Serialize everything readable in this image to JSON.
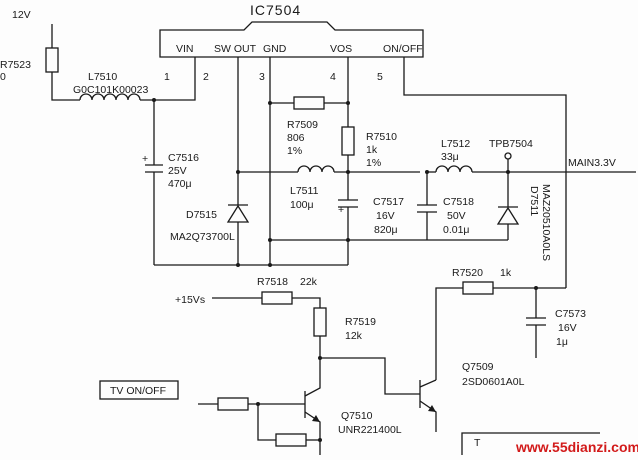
{
  "ic": {
    "name": "IC7504",
    "pins": [
      {
        "name": "VIN",
        "num": "1"
      },
      {
        "name": "SW OUT",
        "num": "2"
      },
      {
        "name": "GND",
        "num": "3"
      },
      {
        "name": "VOS",
        "num": "4"
      },
      {
        "name": "ON/OFF",
        "num": "5"
      }
    ]
  },
  "labels": {
    "supply_12v": "12V",
    "supply_15vs": "+15Vs",
    "main_output": "MAIN3.3V",
    "tv_on_off": "TV ON/OFF",
    "bottom_fragment": "T"
  },
  "symbols": {
    "plus": "+"
  },
  "components": {
    "r7523": {
      "name": "R7523",
      "value": "0"
    },
    "l7510": {
      "name": "L7510",
      "value": "G0C101K00023"
    },
    "c7516": {
      "name": "C7516",
      "voltage": "25V",
      "value": "470μ"
    },
    "d7515": {
      "name": "D7515",
      "part": "MA2Q73700L"
    },
    "r7509": {
      "name": "R7509",
      "value": "806",
      "tolerance": "1%"
    },
    "r7510": {
      "name": "R7510",
      "value": "1k",
      "tolerance": "1%"
    },
    "l7511": {
      "name": "L7511",
      "value": "100μ"
    },
    "c7517": {
      "name": "C7517",
      "voltage": "16V",
      "value": "820μ"
    },
    "c7518": {
      "name": "C7518",
      "voltage": "50V",
      "value": "0.01μ"
    },
    "l7512": {
      "name": "L7512",
      "value": "33μ"
    },
    "tpb7504": {
      "name": "TPB7504"
    },
    "d7511": {
      "name": "D7511",
      "part": "MAZ20510A0LS"
    },
    "r7520": {
      "name": "R7520",
      "value": "1k"
    },
    "c7573": {
      "name": "C7573",
      "voltage": "16V",
      "value": "1μ"
    },
    "r7518": {
      "name": "R7518",
      "value": "22k"
    },
    "r7519": {
      "name": "R7519",
      "value": "12k"
    },
    "q7509": {
      "name": "Q7509",
      "part": "2SD0601A0L"
    },
    "q7510": {
      "name": "Q7510",
      "part": "UNR221400L"
    }
  },
  "watermark": {
    "text": "www.55dianzi.com",
    "color": "#d21a1a"
  }
}
